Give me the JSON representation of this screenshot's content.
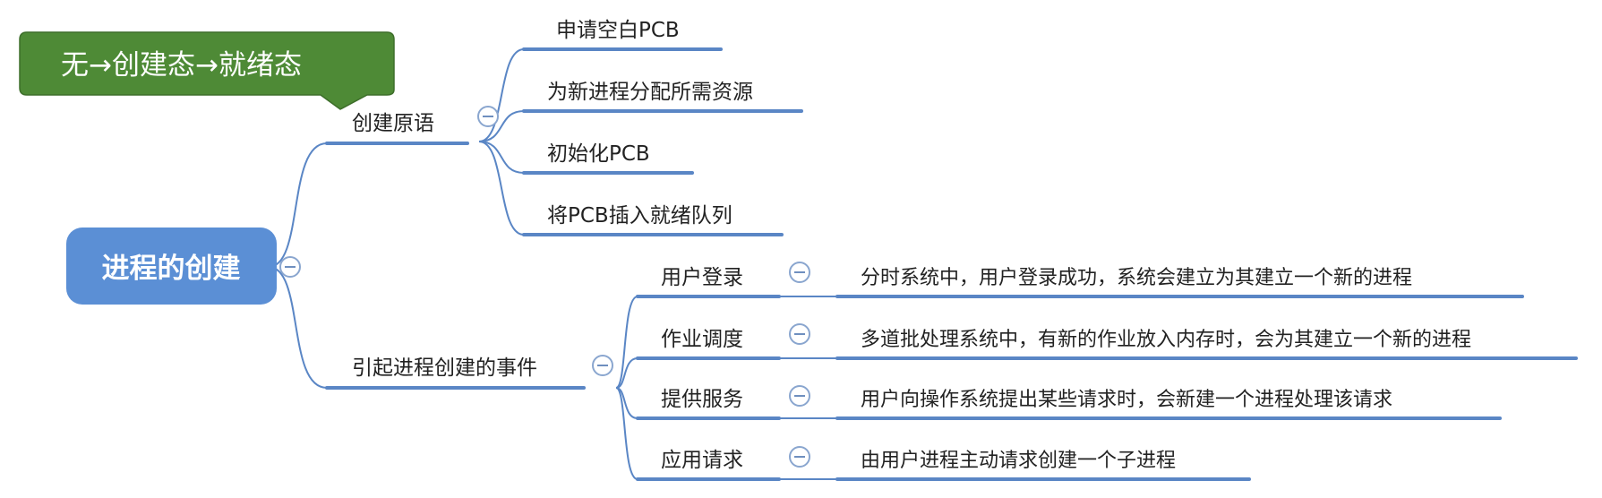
{
  "callout": {
    "text": "无→创建态→就绪态",
    "color": "#4e8a36"
  },
  "root": {
    "label": "进程的创建",
    "color": "#5b8fd5"
  },
  "branch_color": "#5a86c5",
  "toggle_icon": "minus-circle-icon",
  "branches": [
    {
      "label": "创建原语",
      "children": [
        "申请空白PCB",
        "为新进程分配所需资源",
        "初始化PCB",
        "将PCB插入就绪队列"
      ]
    },
    {
      "label": "引起进程创建的事件",
      "children": [
        {
          "label": "用户登录",
          "detail": "分时系统中，用户登录成功，系统会建立为其建立一个新的进程"
        },
        {
          "label": "作业调度",
          "detail": "多道批处理系统中，有新的作业放入内存时，会为其建立一个新的进程"
        },
        {
          "label": "提供服务",
          "detail": "用户向操作系统提出某些请求时，会新建一个进程处理该请求"
        },
        {
          "label": "应用请求",
          "detail": "由用户进程主动请求创建一个子进程"
        }
      ]
    }
  ]
}
